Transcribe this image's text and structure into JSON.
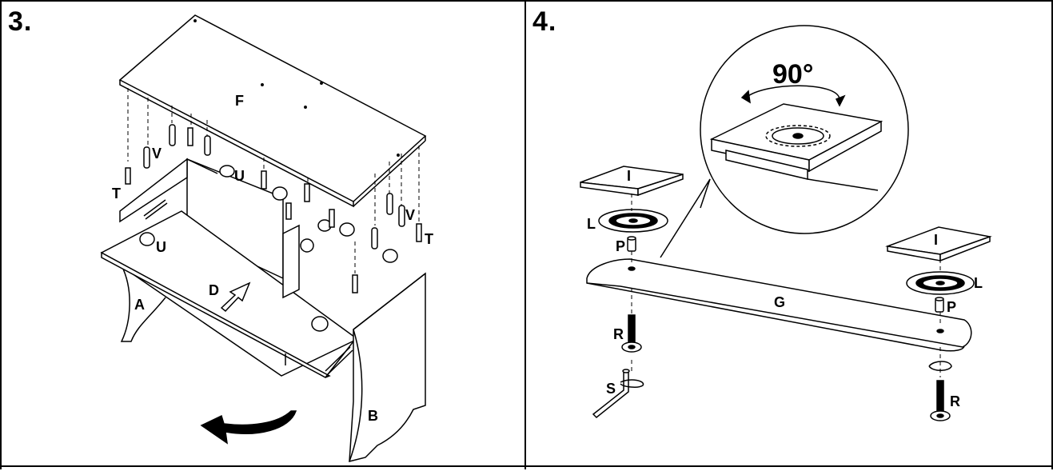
{
  "steps": [
    {
      "number": "3.",
      "labels": {
        "top_panel": "F",
        "dowel": "V",
        "cam_bolt": "T",
        "cam_lock": "U",
        "cam_lock_left": "U",
        "dowel_right": "V",
        "cam_bolt_right": "T",
        "arrow_part": "D",
        "left_side": "A",
        "right_side": "B"
      }
    },
    {
      "number": "4.",
      "labels": {
        "rotation": "90°",
        "pad_left": "I",
        "pad_right": "I",
        "leveler_left": "L",
        "leveler_right": "L",
        "peg_left": "P",
        "peg_right": "P",
        "foot_bar": "G",
        "screw_left": "R",
        "screw_right": "R",
        "hex_key": "S"
      }
    }
  ]
}
